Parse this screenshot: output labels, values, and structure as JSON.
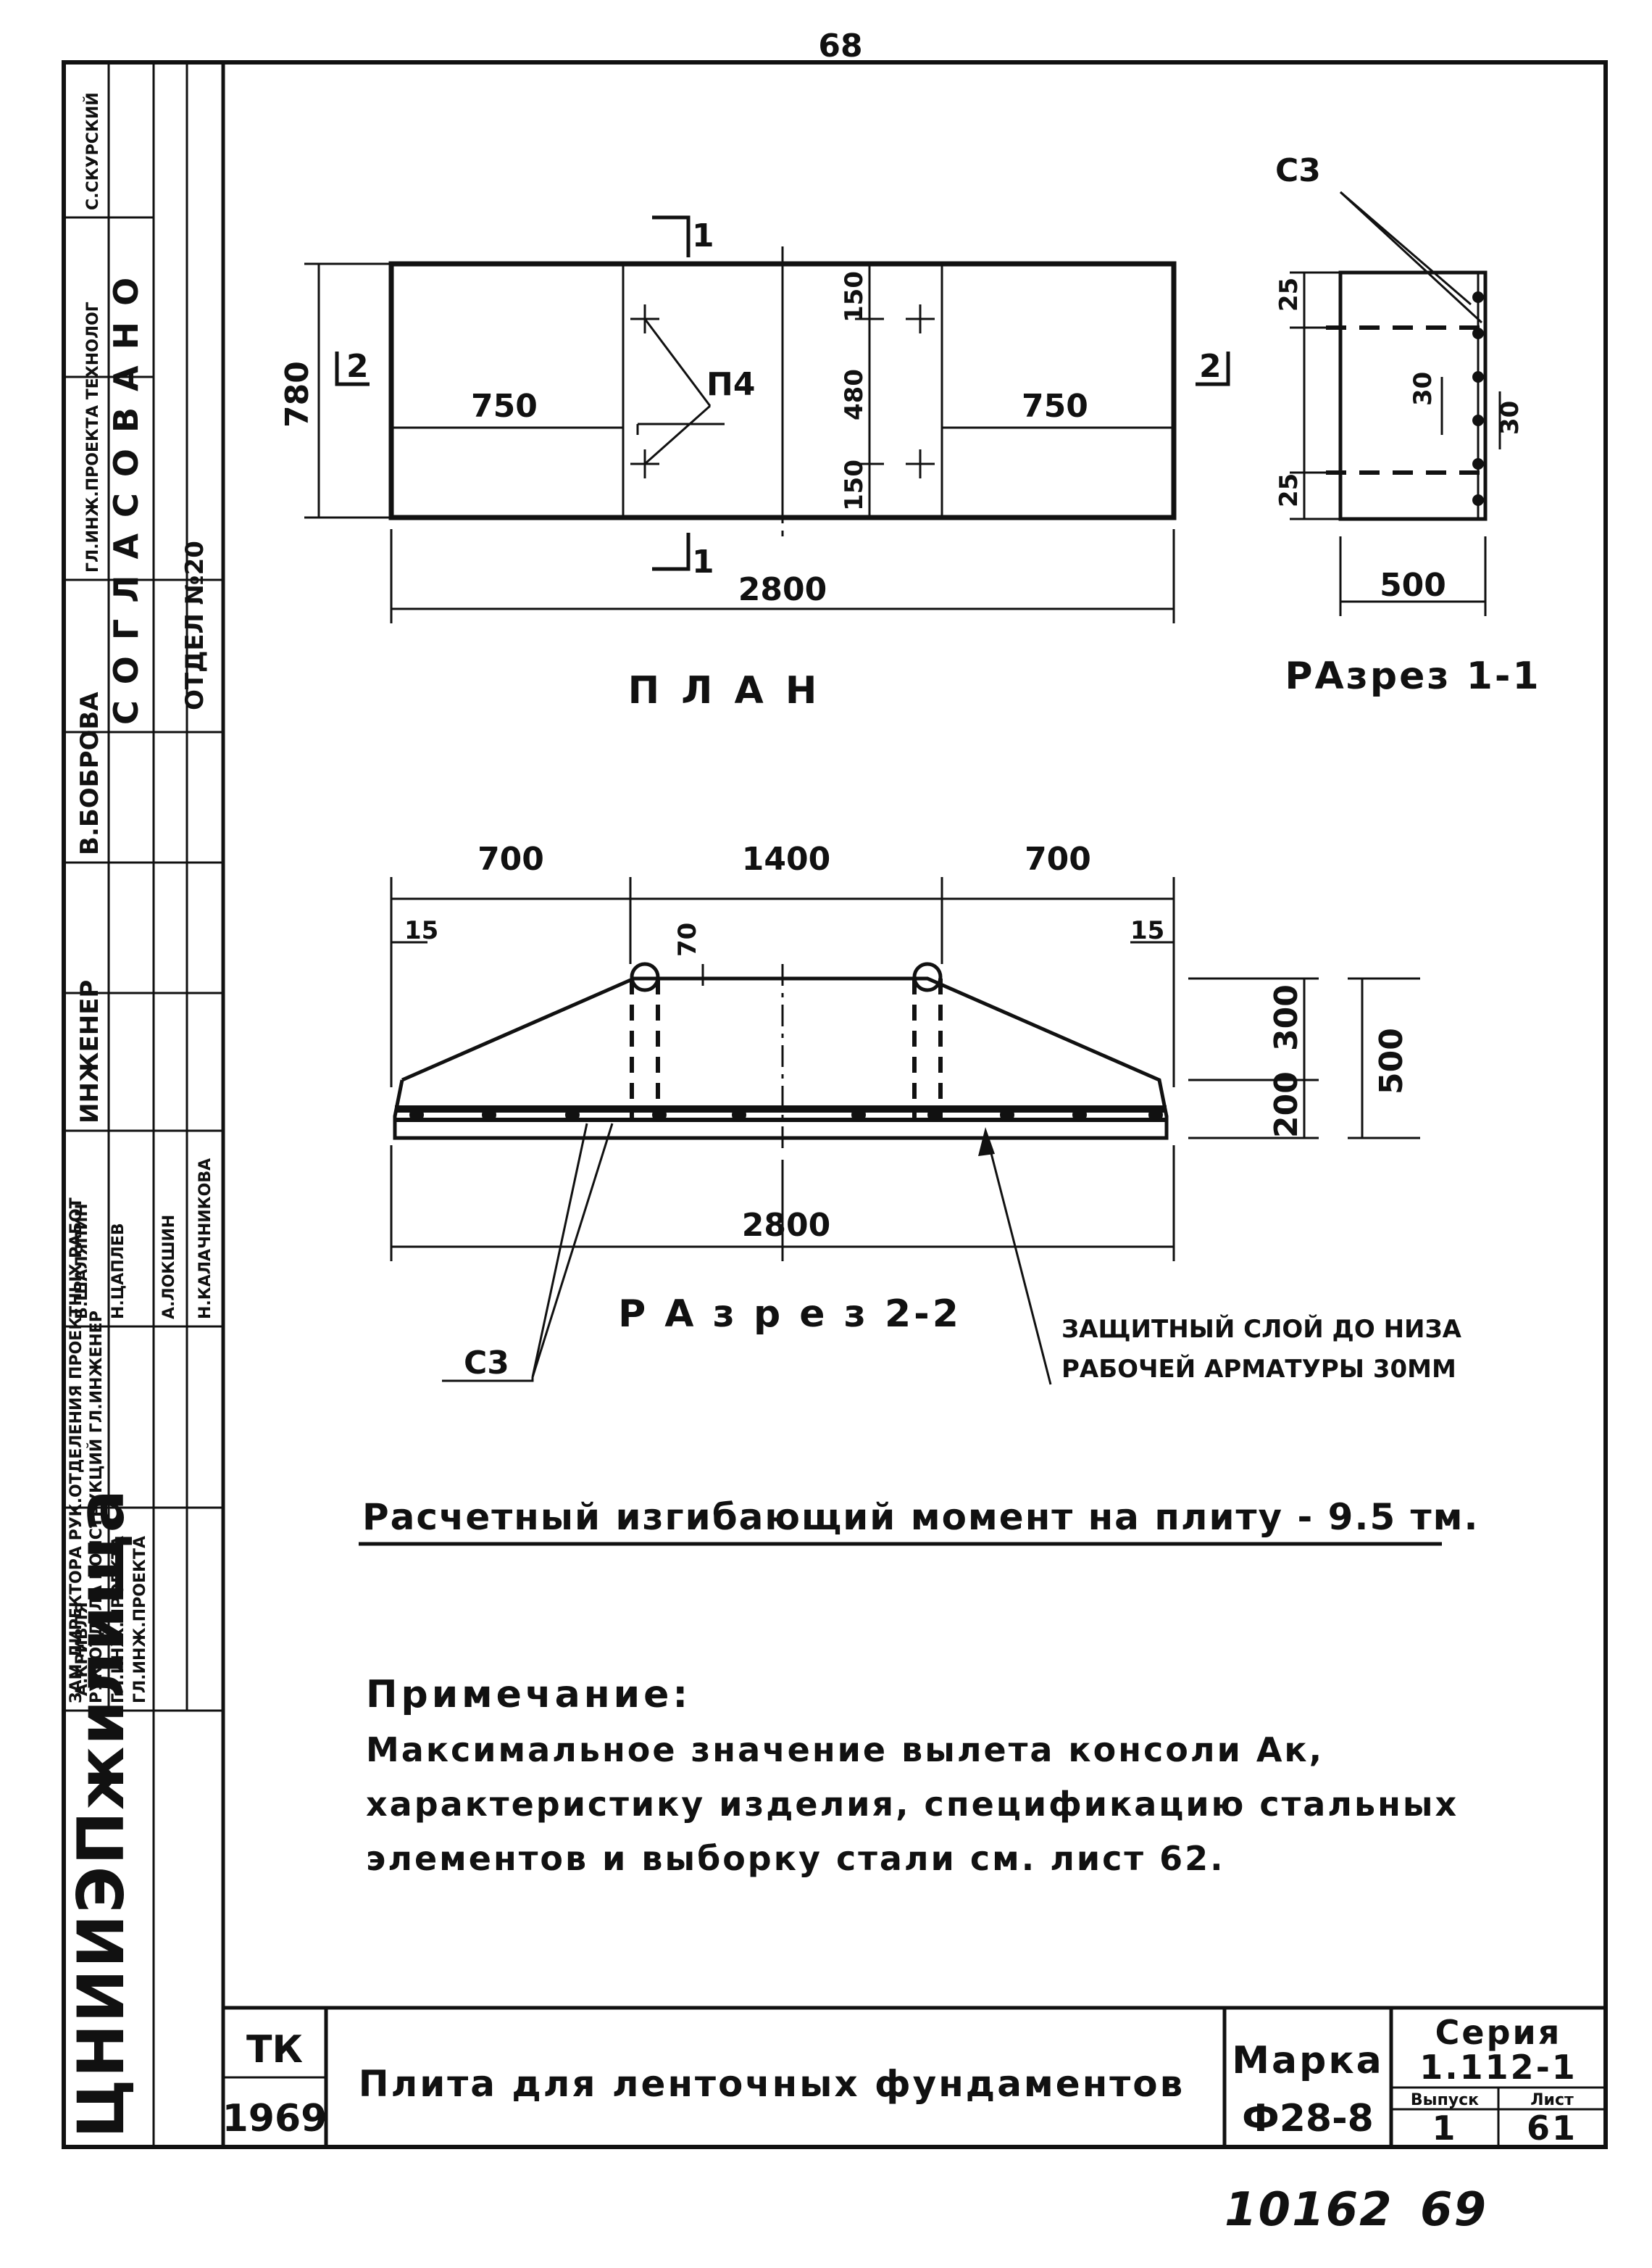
{
  "page_number": "68",
  "stamp_bottom_left": "10162",
  "stamp_bottom_right": "69",
  "left_block": {
    "approval_title": "С О Г Л А С О В А Н О",
    "dept": "ОТДЕЛ №20",
    "approval_roles": "ГЛ.ИНЖ.ПРОЕКТА ТЕХНОЛОГ",
    "approval_name": "С.СКУРСКИЙ",
    "engineer_label": "ИНЖЕНЕР",
    "engineer_name": "В.БОБРОВА",
    "roles_col1": "ЗАМ.ДИРЕКТОРА РУК.ОТДЕЛЕНИЯ ПРОЕКТНЫХ РАБОТ",
    "roles_col2": "РУК.ОТДЕЛА КОНСТРУКЦИЙ ГЛ.ИНЖЕНЕР",
    "roles_col3": "ГЛ.ИНЖ.ПРОЕКТА",
    "roles_col4": "ГЛ.ИНЖ.ПРОЕКТА",
    "name_1": "Б.ШАЛЯПИН",
    "name_2": "Н.ЦАПЛЕВ",
    "name_3": "А.ЛОКШИН",
    "name_4": "Н.КАЛАЧНИКОВА",
    "name_5": "А.КРИВЛЯ",
    "org_name": "ЦНИИЭПжилища"
  },
  "plan": {
    "section_mark_top": "1",
    "section_mark_bottom": "1",
    "section_mark_left": "2",
    "section_mark_right": "2",
    "dim_height": "780",
    "dim_left": "750",
    "dim_right": "750",
    "dim_150_top": "150",
    "dim_480": "480",
    "dim_150_bottom": "150",
    "loop_label": "П4",
    "dim_total": "2800",
    "caption": "П Л А Н"
  },
  "section_1": {
    "weld_label": "С3",
    "dim_25_top": "25",
    "dim_25_bottom": "25",
    "dim_30_a": "30",
    "dim_30_b": "30",
    "dim_width": "500",
    "caption": "РАзрез 1-1"
  },
  "section_2": {
    "dim_700_left": "700",
    "dim_1400": "1400",
    "dim_700_right": "700",
    "dim_15_left": "15",
    "dim_15_right": "15",
    "dim_70": "70",
    "dim_300": "300",
    "dim_200": "200",
    "dim_500": "500",
    "dim_total": "2800",
    "caption": "Р А з р е з 2-2",
    "weld_label": "С3",
    "note_line1": "ЗАЩИТНЫЙ СЛОЙ ДО НИЗА",
    "note_line2": "РАБОЧЕЙ АРМАТУРЫ 30ММ"
  },
  "moment_text": "Расчетный изгибающий момент на плиту - 9.5 тм.",
  "note": {
    "title": "Примечание:",
    "line1": "Максимальное значение вылета консоли Ак,",
    "line2": "характеристику изделия, спецификацию стальных",
    "line3": "элементов и выборку стали см. лист 62."
  },
  "title_block": {
    "tk": "ТК",
    "year": "1969",
    "title": "Плита для ленточных фундаментов",
    "marka_label": "Марка",
    "marka_value": "Ф28-8",
    "series_label": "Серия",
    "series_value": "1.112-1",
    "issue_label": "Выпуск",
    "issue_value": "1",
    "sheet_label": "Лист",
    "sheet_value": "61"
  }
}
